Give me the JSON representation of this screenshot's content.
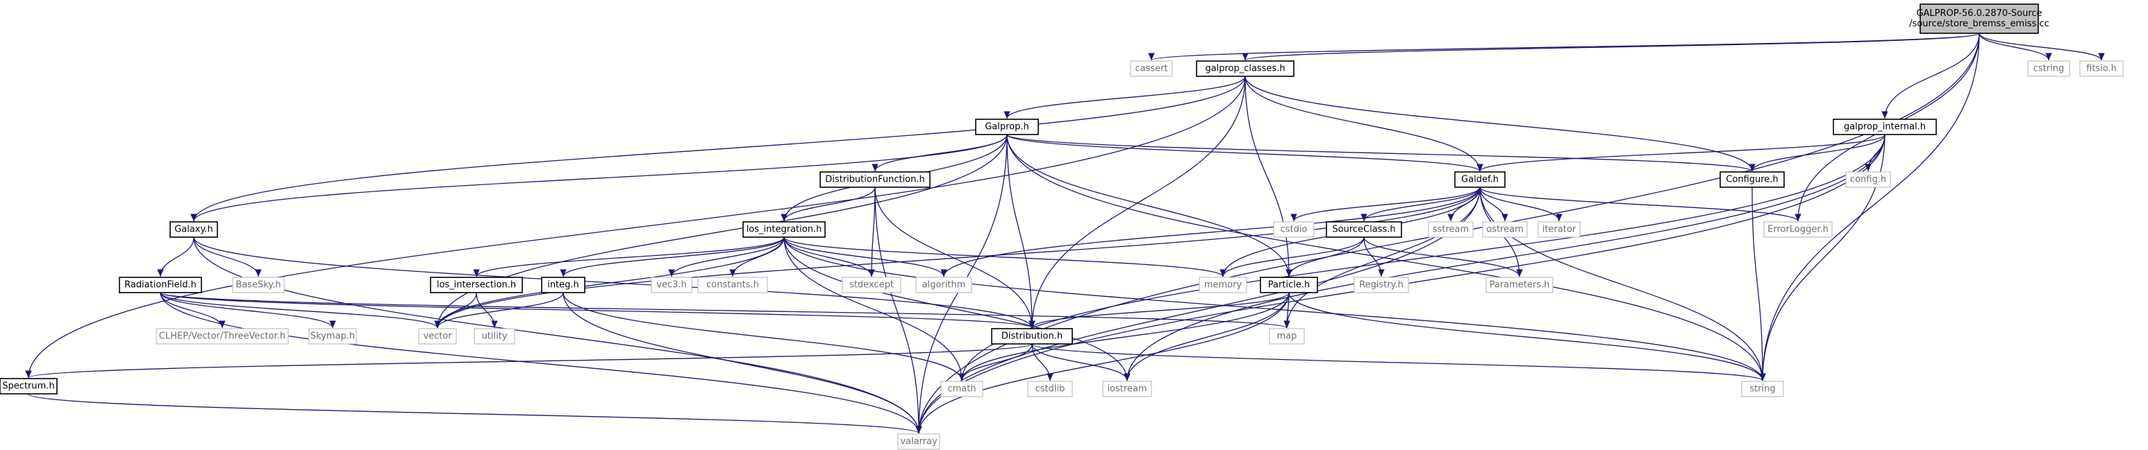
{
  "colors": {
    "edge": "#191970",
    "root_fill": "#bfbfbf",
    "internal_border": "#000000",
    "external_border": "#bfbfbf",
    "external_text": "#6e6e6e"
  },
  "nodes": [
    {
      "id": "root",
      "kind": "root",
      "lines": [
        "GALPROP-56.0.2870-Source",
        "/source/store_bremss_emiss.cc"
      ]
    },
    {
      "id": "cassert",
      "kind": "external",
      "lines": [
        "cassert"
      ]
    },
    {
      "id": "galprop_classes",
      "kind": "internal",
      "lines": [
        "galprop_classes.h"
      ]
    },
    {
      "id": "cstring",
      "kind": "external",
      "lines": [
        "cstring"
      ]
    },
    {
      "id": "fitsio",
      "kind": "external",
      "lines": [
        "fitsio.h"
      ]
    },
    {
      "id": "Galprop",
      "kind": "internal",
      "lines": [
        "Galprop.h"
      ]
    },
    {
      "id": "galprop_internal",
      "kind": "internal",
      "lines": [
        "galprop_internal.h"
      ]
    },
    {
      "id": "DistributionFunction",
      "kind": "internal",
      "lines": [
        "DistributionFunction.h"
      ]
    },
    {
      "id": "Galdef",
      "kind": "internal",
      "lines": [
        "Galdef.h"
      ]
    },
    {
      "id": "Configure",
      "kind": "internal",
      "lines": [
        "Configure.h"
      ]
    },
    {
      "id": "config",
      "kind": "external",
      "lines": [
        "config.h"
      ]
    },
    {
      "id": "Galaxy",
      "kind": "internal",
      "lines": [
        "Galaxy.h"
      ]
    },
    {
      "id": "los_integration",
      "kind": "internal",
      "lines": [
        "los_integration.h"
      ]
    },
    {
      "id": "cstdio",
      "kind": "external",
      "lines": [
        "cstdio"
      ]
    },
    {
      "id": "SourceClass",
      "kind": "internal",
      "lines": [
        "SourceClass.h"
      ]
    },
    {
      "id": "sstream",
      "kind": "external",
      "lines": [
        "sstream"
      ]
    },
    {
      "id": "ostream",
      "kind": "external",
      "lines": [
        "ostream"
      ]
    },
    {
      "id": "iterator",
      "kind": "external",
      "lines": [
        "iterator"
      ]
    },
    {
      "id": "ErrorLogger",
      "kind": "external",
      "lines": [
        "ErrorLogger.h"
      ]
    },
    {
      "id": "BaseSky",
      "kind": "external",
      "lines": [
        "BaseSky.h"
      ]
    },
    {
      "id": "RadiationField",
      "kind": "internal",
      "lines": [
        "RadiationField.h"
      ]
    },
    {
      "id": "los_intersection",
      "kind": "internal",
      "lines": [
        "los_intersection.h"
      ]
    },
    {
      "id": "integ",
      "kind": "internal",
      "lines": [
        "integ.h"
      ]
    },
    {
      "id": "vec3",
      "kind": "external",
      "lines": [
        "vec3.h"
      ]
    },
    {
      "id": "constants",
      "kind": "external",
      "lines": [
        "constants.h"
      ]
    },
    {
      "id": "stdexcept",
      "kind": "external",
      "lines": [
        "stdexcept"
      ]
    },
    {
      "id": "algorithm",
      "kind": "external",
      "lines": [
        "algorithm"
      ]
    },
    {
      "id": "memory",
      "kind": "external",
      "lines": [
        "memory"
      ]
    },
    {
      "id": "Particle",
      "kind": "internal",
      "lines": [
        "Particle.h"
      ]
    },
    {
      "id": "Registry",
      "kind": "external",
      "lines": [
        "Registry.h"
      ]
    },
    {
      "id": "Parameters",
      "kind": "external",
      "lines": [
        "Parameters.h"
      ]
    },
    {
      "id": "ThreeVector",
      "kind": "external",
      "lines": [
        "CLHEP/Vector/ThreeVector.h"
      ]
    },
    {
      "id": "Skymap",
      "kind": "external",
      "lines": [
        "Skymap.h"
      ]
    },
    {
      "id": "vector",
      "kind": "external",
      "lines": [
        "vector"
      ]
    },
    {
      "id": "utility",
      "kind": "external",
      "lines": [
        "utility"
      ]
    },
    {
      "id": "map",
      "kind": "external",
      "lines": [
        "map"
      ]
    },
    {
      "id": "Distribution",
      "kind": "internal",
      "lines": [
        "Distribution.h"
      ]
    },
    {
      "id": "Spectrum",
      "kind": "internal",
      "lines": [
        "Spectrum.h"
      ]
    },
    {
      "id": "cmath",
      "kind": "external",
      "lines": [
        "cmath"
      ]
    },
    {
      "id": "cstdlib",
      "kind": "external",
      "lines": [
        "cstdlib"
      ]
    },
    {
      "id": "iostream",
      "kind": "external",
      "lines": [
        "iostream"
      ]
    },
    {
      "id": "string",
      "kind": "external",
      "lines": [
        "string"
      ]
    },
    {
      "id": "valarray",
      "kind": "external",
      "lines": [
        "valarray"
      ]
    }
  ],
  "edges": [
    [
      "root",
      "cassert"
    ],
    [
      "root",
      "galprop_classes"
    ],
    [
      "root",
      "cstring"
    ],
    [
      "root",
      "fitsio"
    ],
    [
      "root",
      "galprop_internal"
    ],
    [
      "root",
      "ErrorLogger"
    ],
    [
      "root",
      "string"
    ],
    [
      "root",
      "valarray"
    ],
    [
      "galprop_classes",
      "Galprop"
    ],
    [
      "galprop_classes",
      "Galaxy"
    ],
    [
      "galprop_classes",
      "Spectrum"
    ],
    [
      "galprop_classes",
      "Galdef"
    ],
    [
      "galprop_classes",
      "Configure"
    ],
    [
      "galprop_classes",
      "Particle"
    ],
    [
      "galprop_classes",
      "Distribution"
    ],
    [
      "Galprop",
      "Galaxy"
    ],
    [
      "Galprop",
      "DistributionFunction"
    ],
    [
      "Galprop",
      "Galdef"
    ],
    [
      "Galprop",
      "Configure"
    ],
    [
      "Galprop",
      "los_integration"
    ],
    [
      "Galprop",
      "Particle"
    ],
    [
      "Galprop",
      "Distribution"
    ],
    [
      "Galprop",
      "vector"
    ],
    [
      "Galprop",
      "valarray"
    ],
    [
      "Galprop",
      "string"
    ],
    [
      "galprop_internal",
      "Configure"
    ],
    [
      "galprop_internal",
      "config"
    ],
    [
      "galprop_internal",
      "Galdef"
    ],
    [
      "galprop_internal",
      "string"
    ],
    [
      "galprop_internal",
      "valarray"
    ],
    [
      "galprop_internal",
      "cmath"
    ],
    [
      "galprop_internal",
      "iostream"
    ],
    [
      "DistributionFunction",
      "los_integration"
    ],
    [
      "DistributionFunction",
      "stdexcept"
    ],
    [
      "DistributionFunction",
      "Distribution"
    ],
    [
      "DistributionFunction",
      "valarray"
    ],
    [
      "Galdef",
      "cstdio"
    ],
    [
      "Galdef",
      "SourceClass"
    ],
    [
      "Galdef",
      "sstream"
    ],
    [
      "Galdef",
      "ostream"
    ],
    [
      "Galdef",
      "iterator"
    ],
    [
      "Galdef",
      "ErrorLogger"
    ],
    [
      "Galdef",
      "Parameters"
    ],
    [
      "Galdef",
      "map"
    ],
    [
      "Galdef",
      "string"
    ],
    [
      "Galdef",
      "vector"
    ],
    [
      "Galdef",
      "valarray"
    ],
    [
      "Galdef",
      "algorithm"
    ],
    [
      "Galdef",
      "memory"
    ],
    [
      "Configure",
      "string"
    ],
    [
      "Galaxy",
      "BaseSky"
    ],
    [
      "Galaxy",
      "RadiationField"
    ],
    [
      "Galaxy",
      "Distribution"
    ],
    [
      "Galaxy",
      "valarray"
    ],
    [
      "los_integration",
      "los_intersection"
    ],
    [
      "los_integration",
      "integ"
    ],
    [
      "los_integration",
      "vec3"
    ],
    [
      "los_integration",
      "constants"
    ],
    [
      "los_integration",
      "stdexcept"
    ],
    [
      "los_integration",
      "algorithm"
    ],
    [
      "los_integration",
      "memory"
    ],
    [
      "los_integration",
      "vector"
    ],
    [
      "los_integration",
      "cmath"
    ],
    [
      "los_integration",
      "iostream"
    ],
    [
      "los_integration",
      "string"
    ],
    [
      "SourceClass",
      "Particle"
    ],
    [
      "SourceClass",
      "Registry"
    ],
    [
      "SourceClass",
      "Parameters"
    ],
    [
      "SourceClass",
      "memory"
    ],
    [
      "RadiationField",
      "ThreeVector"
    ],
    [
      "RadiationField",
      "Skymap"
    ],
    [
      "RadiationField",
      "vector"
    ],
    [
      "RadiationField",
      "map"
    ],
    [
      "RadiationField",
      "valarray"
    ],
    [
      "RadiationField",
      "Distribution"
    ],
    [
      "los_intersection",
      "vector"
    ],
    [
      "los_intersection",
      "utility"
    ],
    [
      "integ",
      "vector"
    ],
    [
      "integ",
      "cmath"
    ],
    [
      "integ",
      "valarray"
    ],
    [
      "Particle",
      "map"
    ],
    [
      "Particle",
      "Distribution"
    ],
    [
      "Particle",
      "cmath"
    ],
    [
      "Particle",
      "iostream"
    ],
    [
      "Particle",
      "string"
    ],
    [
      "Particle",
      "valarray"
    ],
    [
      "Distribution",
      "Spectrum"
    ],
    [
      "Distribution",
      "cmath"
    ],
    [
      "Distribution",
      "cstdlib"
    ],
    [
      "Distribution",
      "iostream"
    ],
    [
      "Distribution",
      "string"
    ],
    [
      "Spectrum",
      "valarray"
    ]
  ]
}
